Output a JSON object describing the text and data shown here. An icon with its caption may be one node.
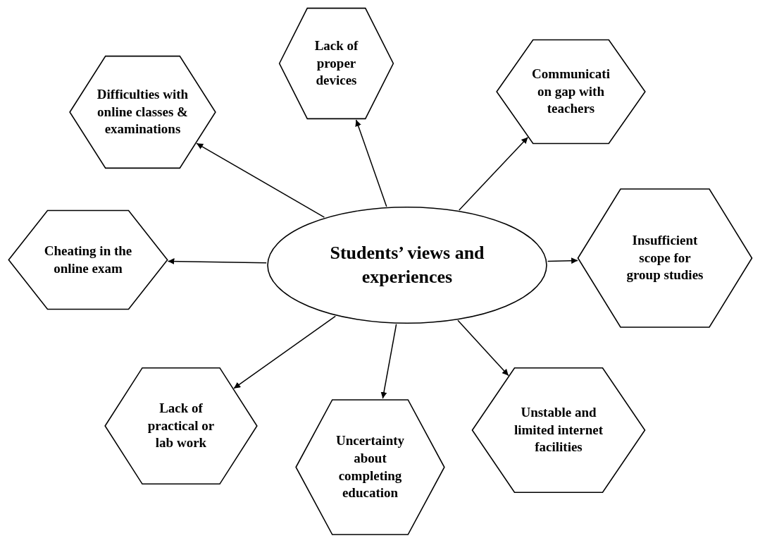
{
  "diagram": {
    "nodes": [
      {
        "text": [
          "Difficulties with online classes & examinations"
        ]
      },
      {
        "text": [
          "Lack of proper devices"
        ]
      },
      {
        "text": [
          "Communicati on gap with teachers"
        ]
      },
      {
        "text": [
          "Cheating in the online exam"
        ]
      },
      {
        "text": [
          "Students’ views and experiences"
        ]
      },
      {
        "text": [
          "Insufficient scope for group studies"
        ]
      },
      {
        "text": [
          "Lack of practical or lab work"
        ]
      },
      {
        "text": [
          "Uncertainty about completing education"
        ]
      },
      {
        "text": [
          "Unstable and limited internet facilities"
        ]
      }
    ],
    "edges": [
      {
        "from": 4,
        "to": 0,
        "arrow": "to"
      },
      {
        "from": 4,
        "to": 1,
        "arrow": "to"
      },
      {
        "from": 4,
        "to": 2,
        "arrow": "to"
      },
      {
        "from": 4,
        "to": 3,
        "arrow": "to"
      },
      {
        "from": 4,
        "to": 5,
        "arrow": "to"
      },
      {
        "from": 4,
        "to": 6,
        "arrow": "to"
      },
      {
        "from": 4,
        "to": 7,
        "arrow": "to"
      },
      {
        "from": 4,
        "to": 8,
        "arrow": "to"
      }
    ]
  }
}
